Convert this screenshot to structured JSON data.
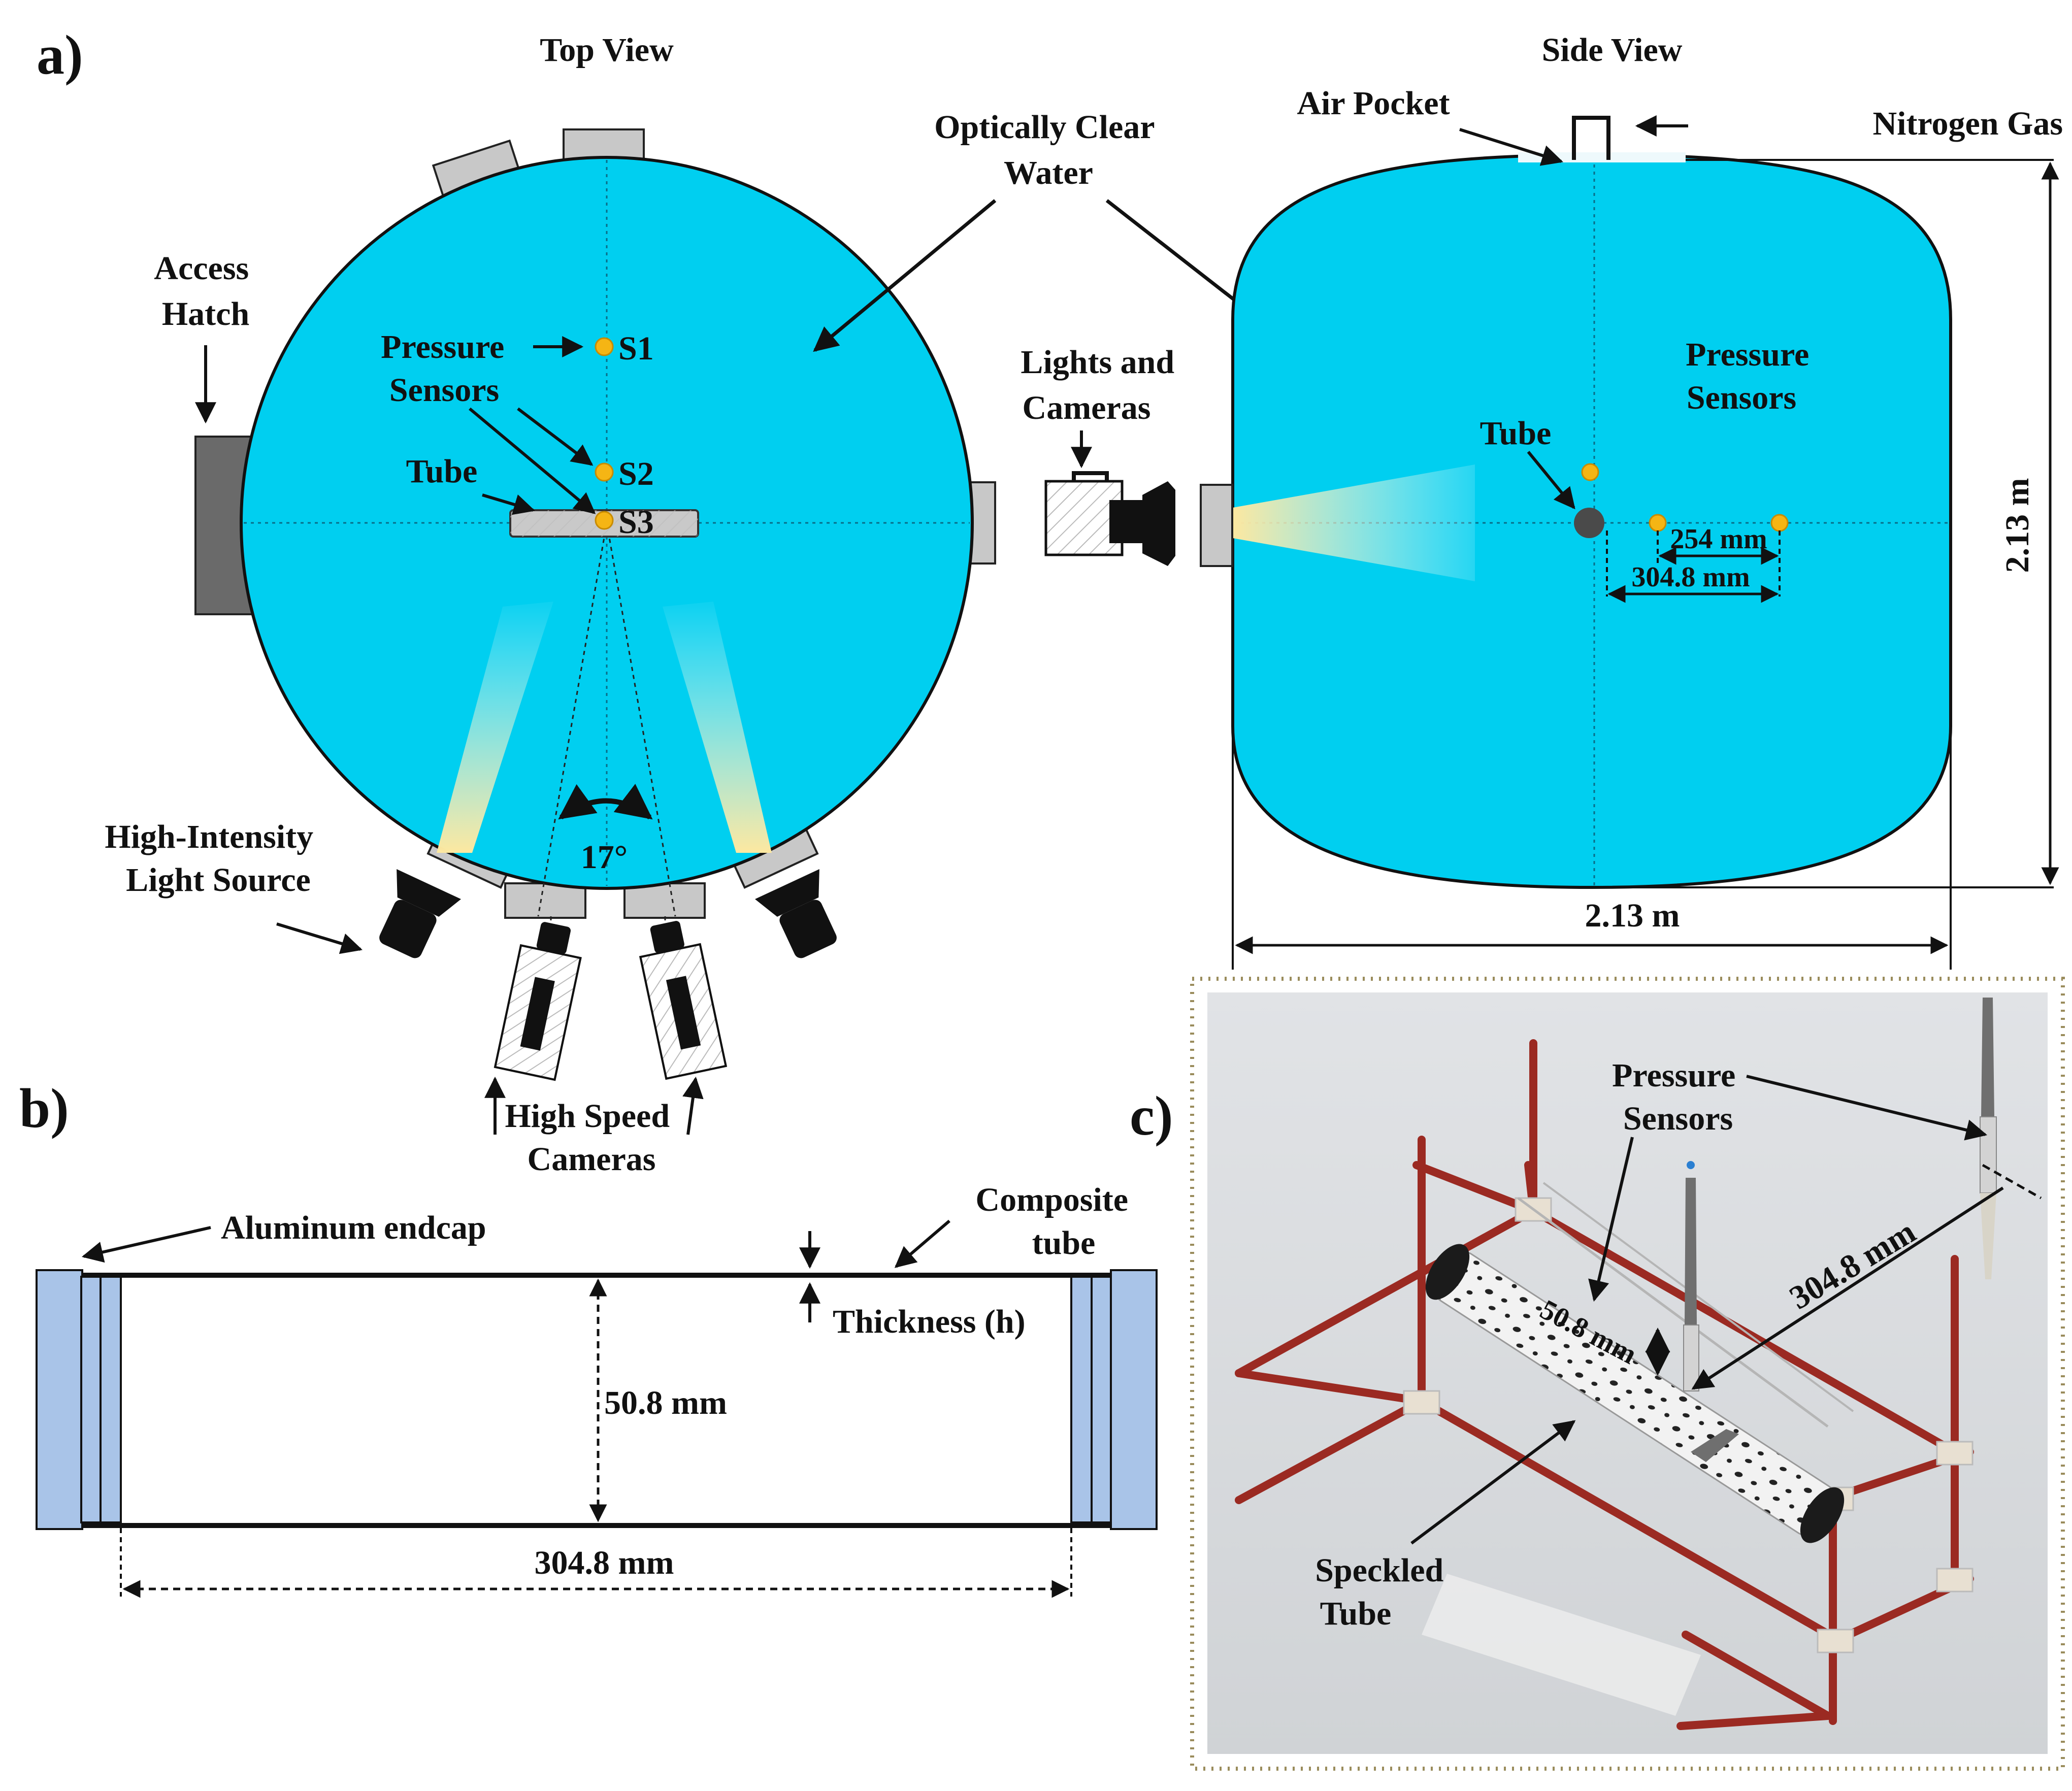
{
  "panel_labels": {
    "a": "a)",
    "b": "b)",
    "c": "c)"
  },
  "colors": {
    "water": "#00cff0",
    "sensor": "#f5b514",
    "light_beam": "#fbe29a",
    "endcap": "#a9c4e8",
    "frame": "#9b2a22",
    "dotted_border": "#9a8c5c"
  },
  "top_view": {
    "title": "Top View",
    "access_hatch": [
      "Access",
      "Hatch"
    ],
    "pressure_sensors": [
      "Pressure",
      "Sensors"
    ],
    "tube": "Tube",
    "s1": "S1",
    "s2": "S2",
    "s3": "S3",
    "angle": "17°",
    "light_source": [
      "High-Intensity",
      "Light Source"
    ],
    "cameras": [
      "High Speed",
      "Cameras"
    ]
  },
  "optically_clear_water": [
    "Optically Clear",
    "Water"
  ],
  "side_view": {
    "title": "Side View",
    "air_pocket": "Air Pocket",
    "nitrogen_inlet": "Nitrogen Gas Inlet",
    "lights_cameras": [
      "Lights and",
      "Cameras"
    ],
    "pressure_sensors": [
      "Pressure",
      "Sensors"
    ],
    "tube": "Tube",
    "dim_254": "254 mm",
    "dim_304": "304.8 mm",
    "height": "2.13 m",
    "width": "2.13 m"
  },
  "panel_b": {
    "aluminum_endcap": "Aluminum endcap",
    "composite_tube": [
      "Composite",
      "tube"
    ],
    "thickness": "Thickness (h)",
    "diameter": "50.8 mm",
    "length": "304.8 mm"
  },
  "panel_c": {
    "pressure_sensors": [
      "Pressure",
      "Sensors"
    ],
    "dim_304": "304.8 mm",
    "dim_50": "50.8 mm",
    "speckled_tube": [
      "Speckled",
      "Tube"
    ]
  }
}
